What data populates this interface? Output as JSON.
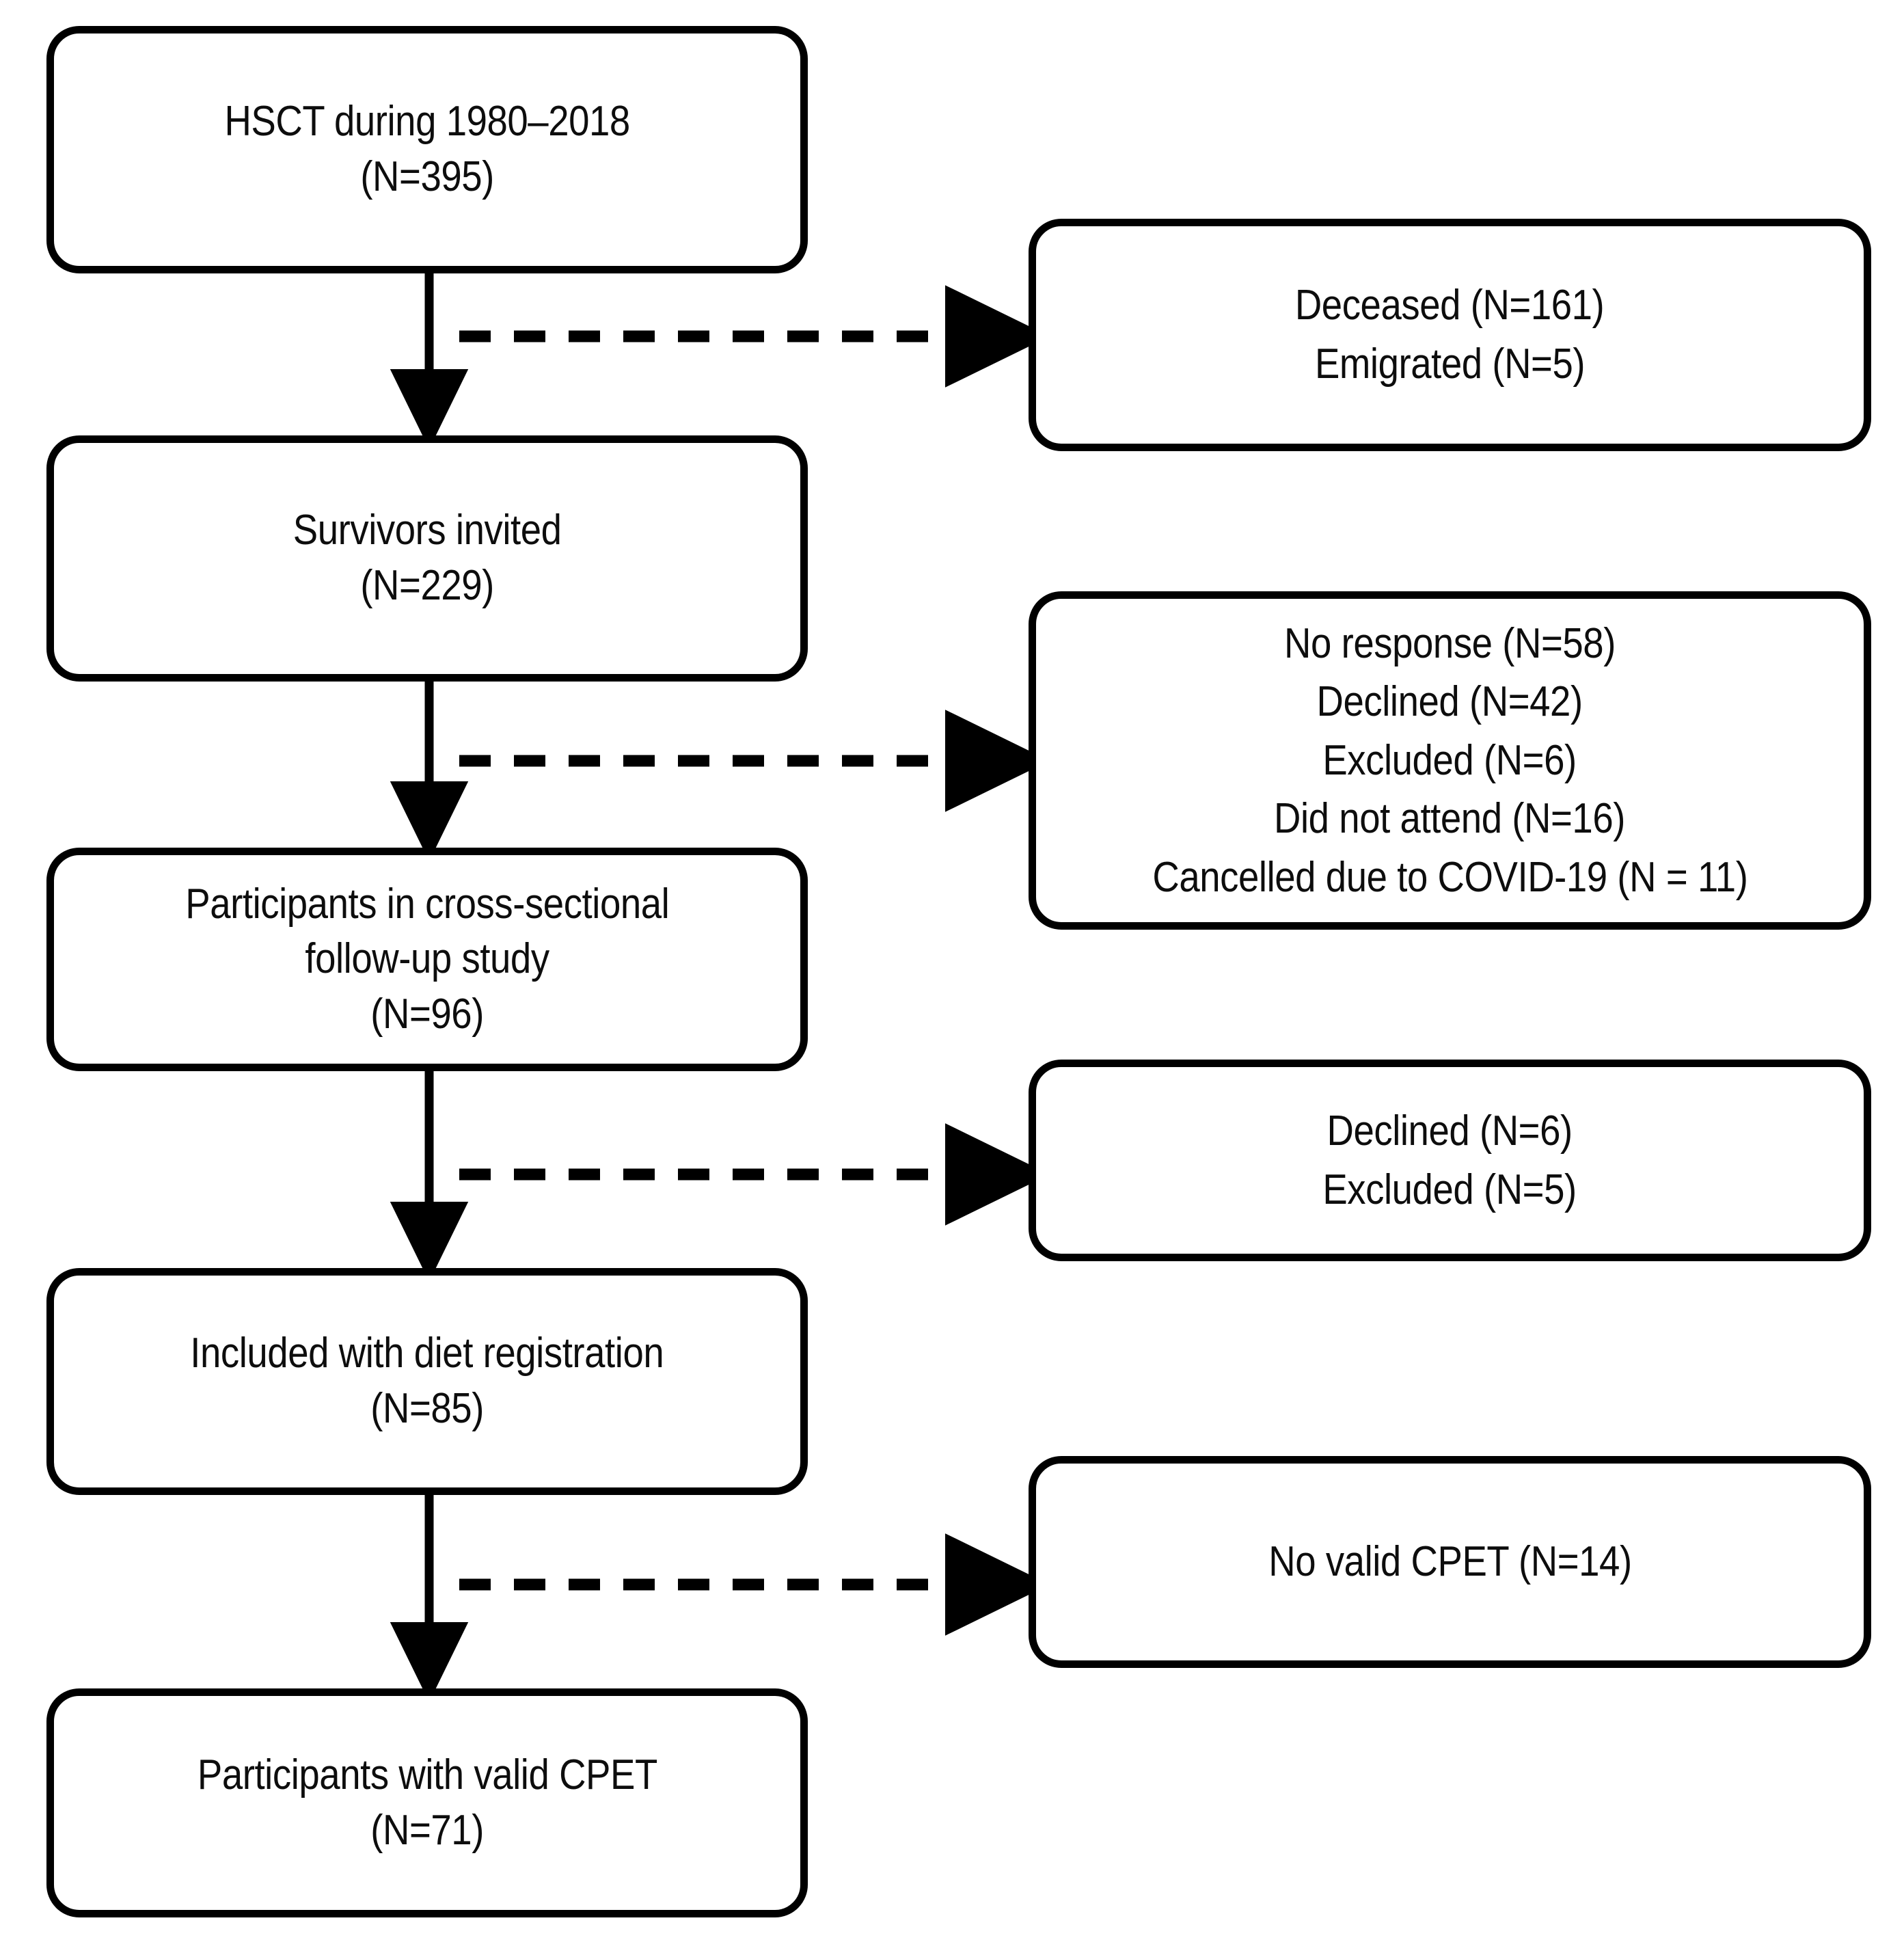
{
  "figure": {
    "type": "flow-diagram",
    "kind": "participant-flow-chart",
    "background_color": "#ffffff",
    "line_color": "#000000",
    "text_color": "#0d0d0d"
  },
  "main_nodes": [
    {
      "id": "hsct",
      "lines": [
        "HSCT during 1980–2018",
        "(N=395)"
      ],
      "label": "HSCT during 1980-2018",
      "count": 395
    },
    {
      "id": "survivors-invited",
      "lines": [
        "Survivors invited",
        "(N=229)"
      ],
      "label": "Survivors invited",
      "count": 229
    },
    {
      "id": "participants-cross-sectional",
      "lines": [
        "Participants in cross-sectional",
        "follow-up study",
        "(N=96)"
      ],
      "label": "Participants in cross-sectional follow-up study",
      "count": 96
    },
    {
      "id": "included-diet-registration",
      "lines": [
        "Included with diet registration",
        "(N=85)"
      ],
      "label": "Included with diet registration",
      "count": 85
    },
    {
      "id": "participants-valid-cpet",
      "lines": [
        "Participants with valid CPET",
        "(N=71)"
      ],
      "label": "Participants with valid CPET",
      "count": 71
    }
  ],
  "exclusion_nodes": [
    {
      "id": "exclusion-deceased-emigrated",
      "lines": [
        "Deceased (N=161)",
        "Emigrated (N=5)"
      ],
      "items": [
        {
          "reason": "Deceased",
          "count": 161
        },
        {
          "reason": "Emigrated",
          "count": 5
        }
      ]
    },
    {
      "id": "exclusion-nonparticipation",
      "lines": [
        "No response (N=58)",
        "Declined (N=42)",
        "Excluded (N=6)",
        "Did not attend (N=16)",
        "Cancelled due to COVID-19 (N = 11)"
      ],
      "items": [
        {
          "reason": "No response",
          "count": 58
        },
        {
          "reason": "Declined",
          "count": 42
        },
        {
          "reason": "Excluded",
          "count": 6
        },
        {
          "reason": "Did not attend",
          "count": 16
        },
        {
          "reason": "Cancelled due to COVID-19",
          "count": 11
        }
      ]
    },
    {
      "id": "exclusion-declined-excluded",
      "lines": [
        "Declined (N=6)",
        "Excluded (N=5)"
      ],
      "items": [
        {
          "reason": "Declined",
          "count": 6
        },
        {
          "reason": "Excluded",
          "count": 5
        }
      ]
    },
    {
      "id": "exclusion-no-valid-cpet",
      "lines": [
        "No valid CPET (N=14)"
      ],
      "items": [
        {
          "reason": "No valid CPET",
          "count": 14
        }
      ]
    }
  ],
  "connectors": {
    "vertical_style": "solid-arrow",
    "branch_style": "dashed-arrow",
    "vertical_count": 4,
    "branch_count": 4
  }
}
